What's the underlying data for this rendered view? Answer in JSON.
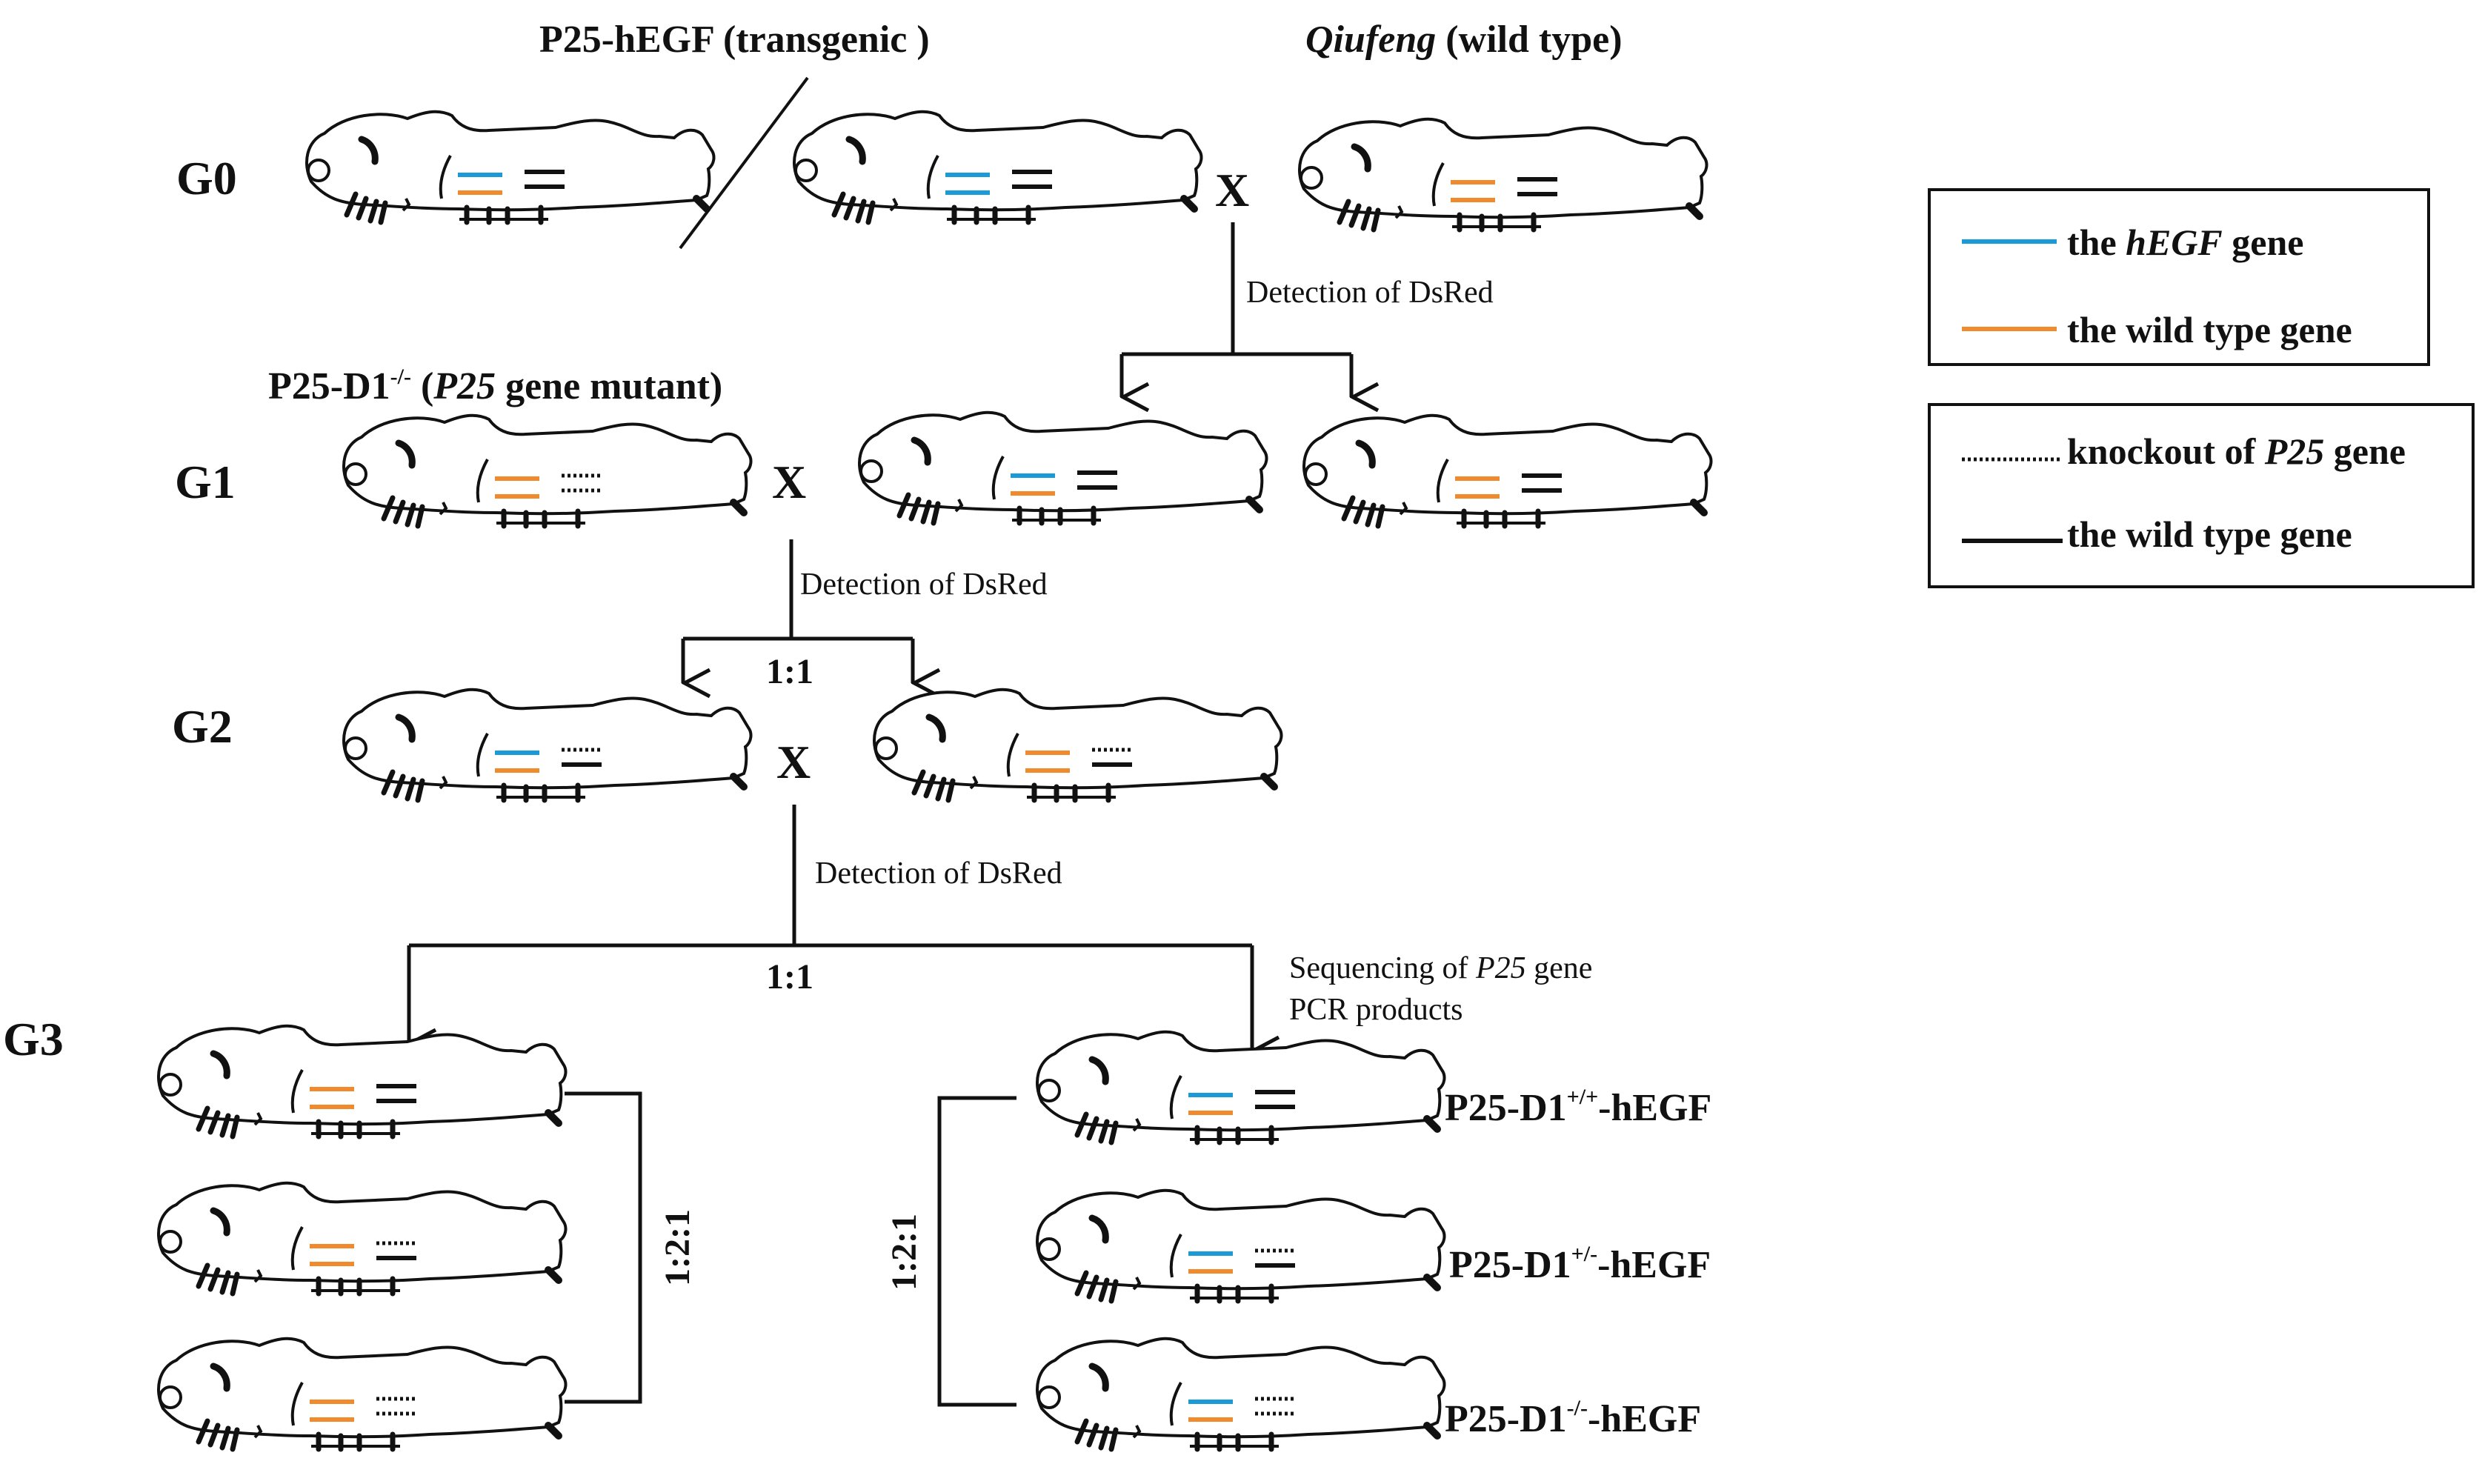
{
  "colors": {
    "hegf": "#1a9ad6",
    "wild": "#f08a2c",
    "line": "#111111"
  },
  "headers": {
    "transgenic": "P25-hEGF (transgenic )",
    "wildtype_italic": "Qiufeng",
    "wildtype_rest": " (wild type)",
    "mutant_prefix": "P25-D1",
    "mutant_sup": "-/-",
    "mutant_open": " (",
    "mutant_italic": "P25",
    "mutant_rest": " gene mutant)"
  },
  "generations": [
    "G0",
    "G1",
    "G2",
    "G3"
  ],
  "cross_symbol": "X",
  "detection": "Detection of DsRed",
  "ratios": {
    "g1_split": "1:1",
    "g2_split": "1:1",
    "g3_left": "1:2:1",
    "g3_right": "1:2:1"
  },
  "sequencing": {
    "line1_prefix": "Sequencing of ",
    "line1_italic": "P25",
    "line1_suffix": " gene",
    "line2": "PCR products"
  },
  "legend": {
    "hegf_prefix": "the ",
    "hegf_italic": "hEGF",
    "hegf_suffix": " gene",
    "wild_orange": "the wild type gene",
    "knockout_prefix": "knockout of ",
    "knockout_italic": "P25",
    "knockout_suffix": " gene",
    "wild_black": "the wild type gene"
  },
  "g3_labels": [
    {
      "prefix": "P25-D1",
      "sup": "+/+",
      "suffix": "-hEGF"
    },
    {
      "prefix": "P25-D1",
      "sup": "+/-",
      "suffix": "-hEGF"
    },
    {
      "prefix": "P25-D1",
      "sup": "-/-",
      "suffix": "-hEGF"
    }
  ],
  "worms": [
    {
      "id": "g0-transgenic-1",
      "upper": "hegf",
      "lower": "wild",
      "p25": [
        "solid",
        "solid"
      ]
    },
    {
      "id": "g0-transgenic-2",
      "upper": "hegf",
      "lower": "hegf",
      "p25": [
        "solid",
        "solid"
      ]
    },
    {
      "id": "g0-qiufeng",
      "upper": "wild",
      "lower": "wild",
      "p25": [
        "solid",
        "solid"
      ]
    },
    {
      "id": "g1-p25-mutant",
      "upper": "wild",
      "lower": "wild",
      "p25": [
        "dotted",
        "dotted"
      ]
    },
    {
      "id": "g1-hegf-carrier",
      "upper": "hegf",
      "lower": "wild",
      "p25": [
        "solid",
        "solid"
      ]
    },
    {
      "id": "g1-wildtype",
      "upper": "wild",
      "lower": "wild",
      "p25": [
        "solid",
        "solid"
      ]
    },
    {
      "id": "g2-hegf-het",
      "upper": "hegf",
      "lower": "wild",
      "p25": [
        "dotted",
        "solid"
      ]
    },
    {
      "id": "g2-het",
      "upper": "wild",
      "lower": "wild",
      "p25": [
        "dotted",
        "solid"
      ]
    },
    {
      "id": "g3-left-1",
      "upper": "wild",
      "lower": "wild",
      "p25": [
        "solid",
        "solid"
      ]
    },
    {
      "id": "g3-left-2",
      "upper": "wild",
      "lower": "wild",
      "p25": [
        "dotted",
        "solid"
      ]
    },
    {
      "id": "g3-left-3",
      "upper": "wild",
      "lower": "wild",
      "p25": [
        "dotted",
        "dotted"
      ]
    },
    {
      "id": "g3-right-1",
      "upper": "hegf",
      "lower": "wild",
      "p25": [
        "solid",
        "solid"
      ]
    },
    {
      "id": "g3-right-2",
      "upper": "hegf",
      "lower": "wild",
      "p25": [
        "dotted",
        "solid"
      ]
    },
    {
      "id": "g3-right-3",
      "upper": "hegf",
      "lower": "wild",
      "p25": [
        "dotted",
        "dotted"
      ]
    }
  ]
}
